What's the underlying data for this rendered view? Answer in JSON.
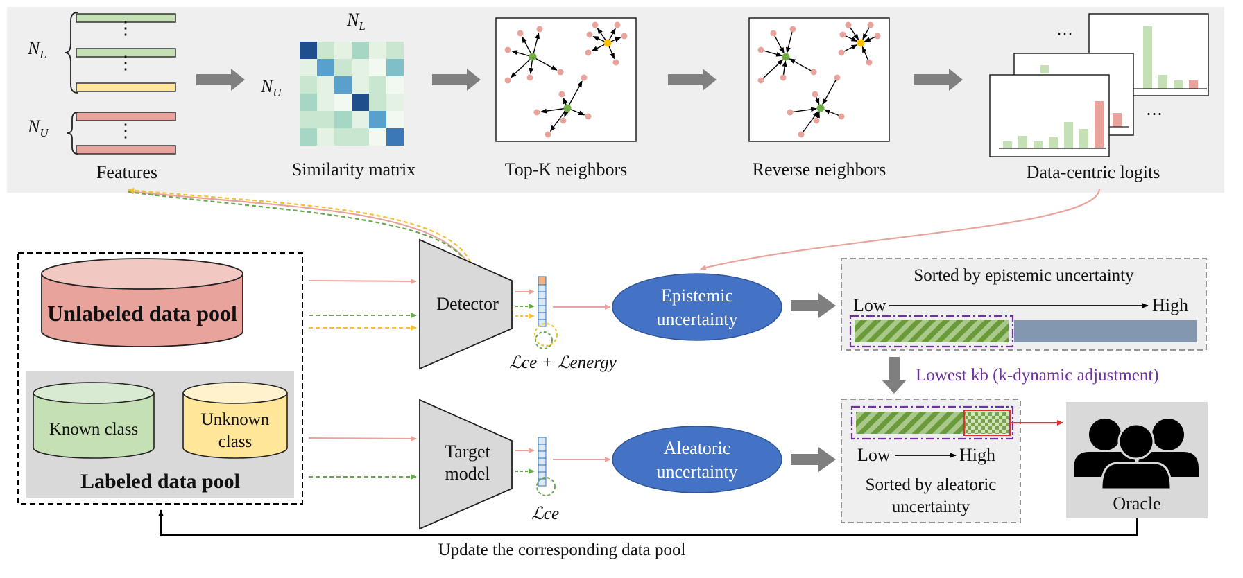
{
  "pipeline": {
    "features_label": "Features",
    "similarity_label": "Similarity matrix",
    "topk_label": "Top-K neighbors",
    "reverse_label": "Reverse neighbors",
    "logits_label": "Data-centric logits",
    "nl_symbol": "N",
    "nl_sub": "L",
    "nu_symbol": "N",
    "nu_sub": "U",
    "dots": "⋮",
    "hdots": "⋯"
  },
  "pools": {
    "unlabeled": "Unlabeled data pool",
    "known": "Known class",
    "unknown_line1": "Unknown",
    "unknown_line2": "class",
    "labeled": "Labeled data pool"
  },
  "models": {
    "detector": "Detector",
    "target_line1": "Target",
    "target_line2": "model",
    "detector_loss": "ℒce + ℒenergy",
    "target_loss": "ℒce"
  },
  "uncertainty": {
    "epistemic_line1": "Epistemic",
    "epistemic_line2": "uncertainty",
    "aleatoric_line1": "Aleatoric",
    "aleatoric_line2": "uncertainty"
  },
  "sorting": {
    "epistemic_title": "Sorted by epistemic uncertainty",
    "low": "Low",
    "high": "High",
    "lowest_kb": "Lowest kb (k-dynamic adjustment)",
    "aleatoric_title_line1": "Sorted by aleatoric",
    "aleatoric_title_line2": "uncertainty"
  },
  "oracle": "Oracle",
  "update_label": "Update the corresponding data pool",
  "colors": {
    "pink": "#e8a49c",
    "green_dash": "#6aa84f",
    "yellow_dash": "#f1c232",
    "ellipse_blue": "#4472c4",
    "purple": "#7030a0",
    "grey_arrow": "#7f7f7f"
  }
}
